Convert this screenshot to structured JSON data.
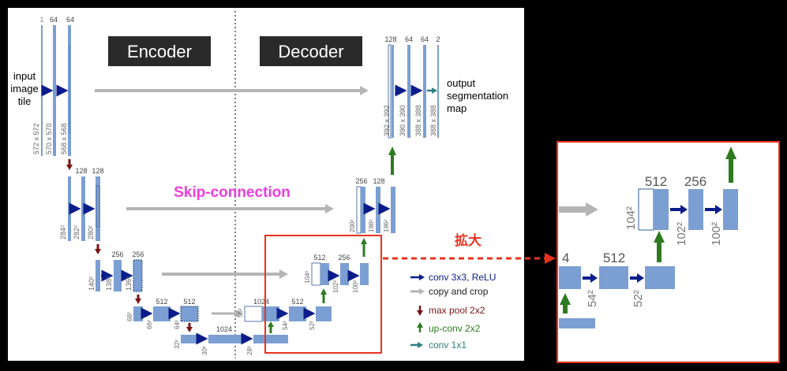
{
  "labels": {
    "encoder": "Encoder",
    "decoder": "Decoder",
    "skip": "Skip-connection",
    "zoom": "拡大",
    "input": [
      "input",
      "image",
      "tile"
    ],
    "output": [
      "output",
      "segmentation",
      "map"
    ]
  },
  "legend": [
    {
      "text": "conv 3x3, ReLU",
      "color": "#0b1c8a"
    },
    {
      "text": "copy and crop",
      "color": "#b5b5b5"
    },
    {
      "text": "max pool 2x2",
      "color": "#7a1313"
    },
    {
      "text": "up-conv 2x2",
      "color": "#2e7a21"
    },
    {
      "text": "conv 1x1",
      "color": "#2d7f7f"
    }
  ],
  "channels": {
    "l1": [
      "1",
      "64",
      "64"
    ],
    "l2": [
      "128",
      "128"
    ],
    "l3": [
      "256",
      "256"
    ],
    "l4": [
      "512",
      "512"
    ],
    "bottom": "1024",
    "d4": [
      "1024",
      "512"
    ],
    "d3": [
      "512",
      "256"
    ],
    "d2": [
      "256",
      "128"
    ],
    "d1": [
      "128",
      "64",
      "64",
      "2"
    ]
  },
  "sizes": {
    "l1": [
      "572 x 572",
      "570 x 570",
      "568 x 568"
    ],
    "l2": [
      "284²",
      "282²",
      "280²"
    ],
    "l3": [
      "140²",
      "138²",
      "136²"
    ],
    "l4": [
      "68²",
      "66²",
      "64²"
    ],
    "bottom": [
      "32²",
      "30²",
      "28²"
    ],
    "d4": [
      "56²",
      "54²",
      "52²"
    ],
    "d3": [
      "104²",
      "102²",
      "100²"
    ],
    "d2": [
      "200²",
      "198²",
      "196²"
    ],
    "d1": [
      "392 x 392",
      "390 x 390",
      "388 x 388",
      "388 x 388"
    ]
  },
  "zoomed": {
    "top": [
      "512",
      "256"
    ],
    "top_sizes": [
      "104²",
      "102²",
      "100²"
    ],
    "bottom_left": "4",
    "bottom": "512",
    "bottom_sizes": [
      "54²",
      "52²"
    ]
  },
  "colors": {
    "block": "#7b9fd2",
    "block_edge": "#5577aa",
    "conv": "#0b1c8a",
    "copy": "#b5b5b5",
    "pool": "#7a1313",
    "up": "#2e7a21",
    "conv1": "#2d7f7f",
    "highlight": "#e8321e",
    "skip": "#f03ce0",
    "label_bg": "#2a2a2a"
  }
}
